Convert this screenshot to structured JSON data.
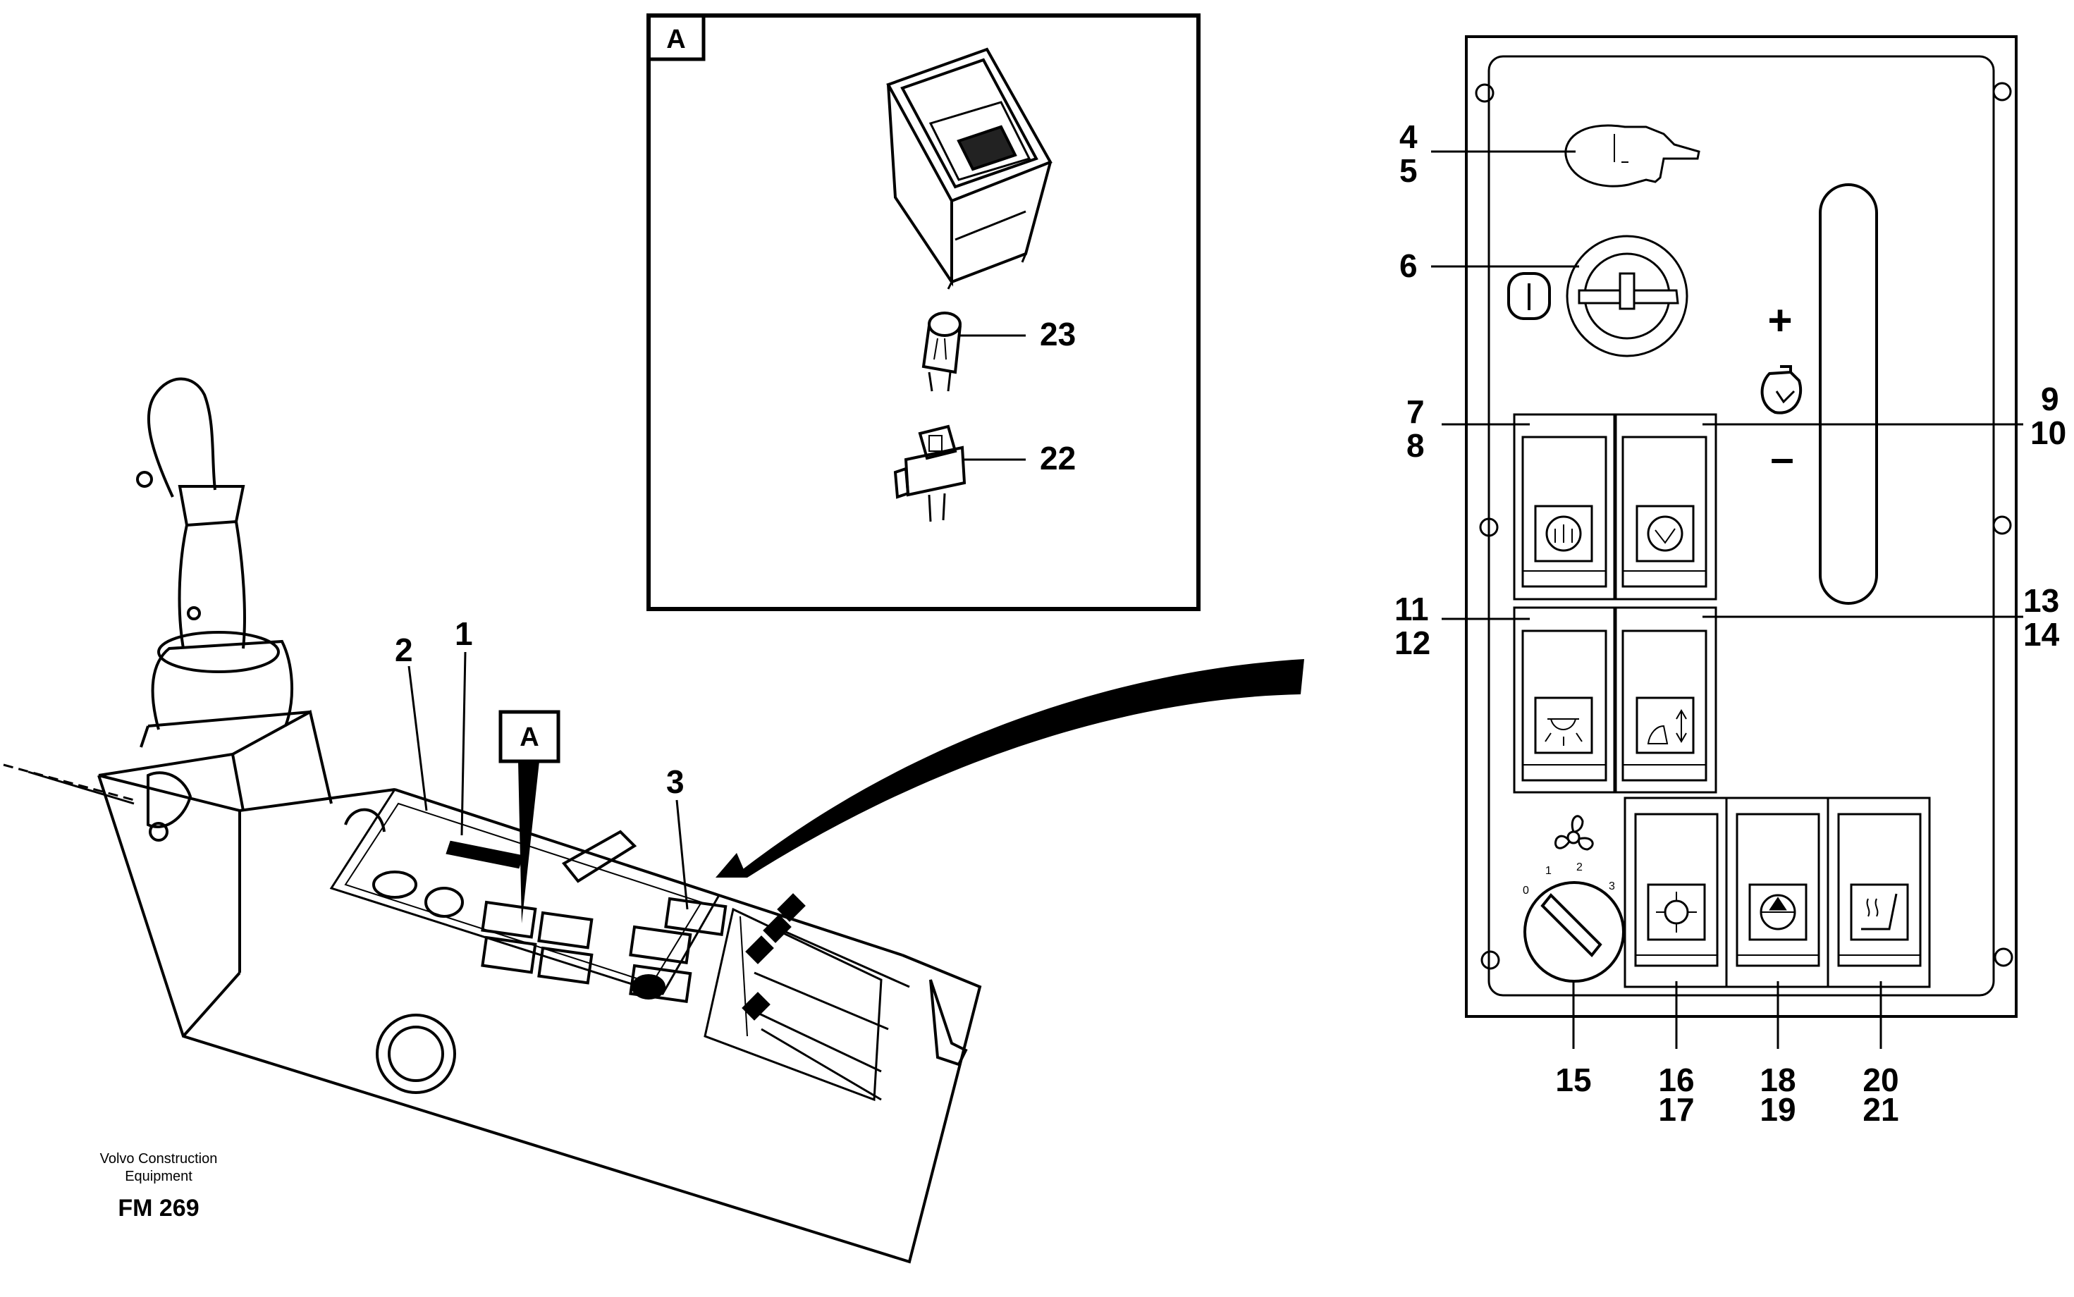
{
  "brand": {
    "line1": "Volvo Construction",
    "line2": "Equipment",
    "drawing_id": "FM 269"
  },
  "inset": {
    "letter": "A",
    "callouts": [
      "23",
      "22"
    ]
  },
  "console": {
    "callouts": [
      "1",
      "2",
      "3"
    ],
    "section_marker": "A"
  },
  "panel": {
    "callouts": {
      "c4": "4",
      "c5": "5",
      "c6": "6",
      "c7": "7",
      "c8": "8",
      "c9": "9",
      "c10": "10",
      "c11": "11",
      "c12": "12",
      "c13": "13",
      "c14": "14",
      "c15": "15",
      "c16": "16",
      "c17": "17",
      "c18": "18",
      "c19": "19",
      "c20": "20",
      "c21": "21"
    },
    "plus": "+",
    "minus": "–",
    "fan_scale": [
      "0",
      "1",
      "2",
      "3"
    ]
  },
  "icons": [
    "ignition-key-icon",
    "engine-glow-icon",
    "engine-stop-icon",
    "work-light-icon",
    "seat-adjust-icon",
    "defroster-icon",
    "level-icon",
    "seat-heater-icon",
    "fan-icon",
    "fuel-gauge-icon"
  ]
}
